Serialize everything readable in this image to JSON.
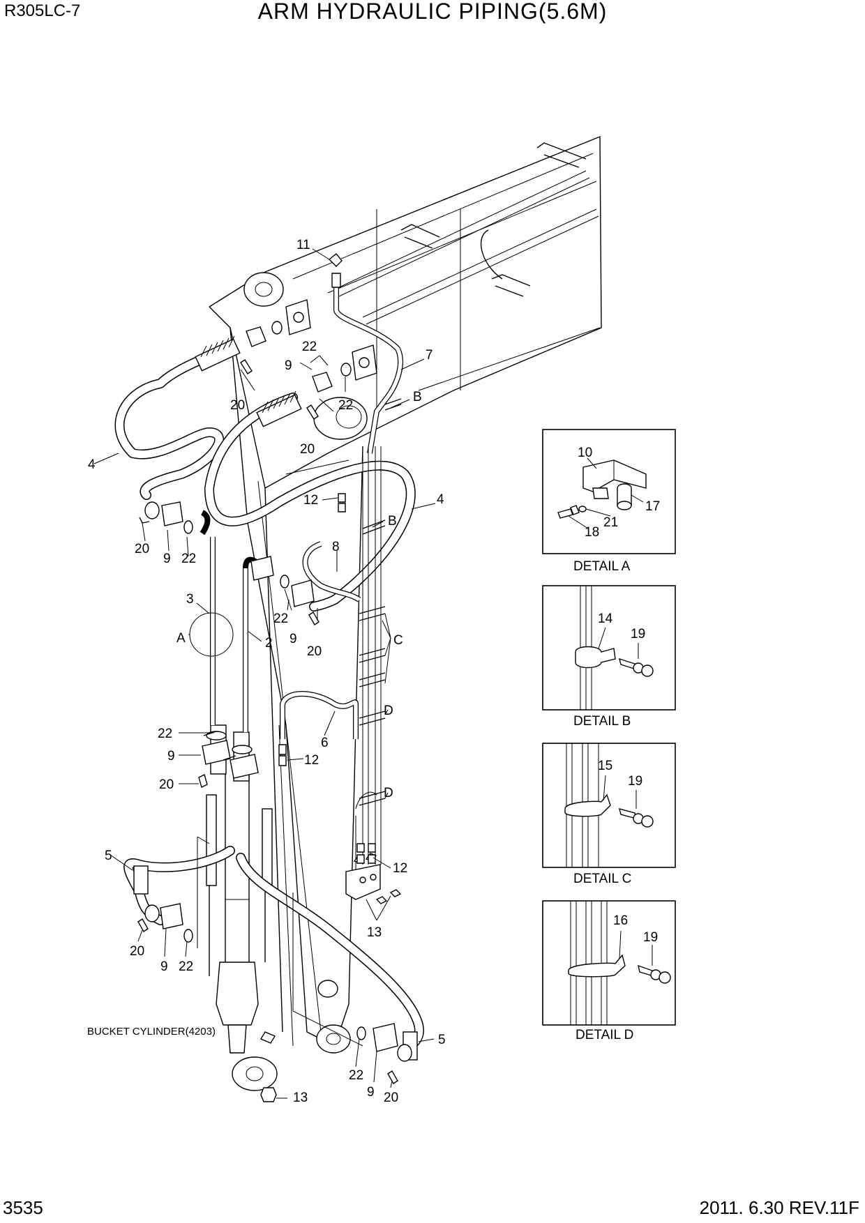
{
  "header": {
    "model": "R305LC-7",
    "title": "ARM HYDRAULIC PIPING(5.6M)"
  },
  "footer": {
    "page": "3535",
    "revision": "2011. 6.30  REV.11F"
  },
  "note": "BUCKET CYLINDER(4203)",
  "details": {
    "a": {
      "caption": "DETAIL A",
      "callouts": [
        "10",
        "17",
        "21",
        "18"
      ]
    },
    "b": {
      "caption": "DETAIL B",
      "callouts": [
        "14",
        "19"
      ]
    },
    "c": {
      "caption": "DETAIL C",
      "callouts": [
        "15",
        "19"
      ]
    },
    "d": {
      "caption": "DETAIL D",
      "callouts": [
        "16",
        "19"
      ]
    }
  },
  "callouts": {
    "c11": "11",
    "c22a": "22",
    "c9a": "9",
    "c20a": "20",
    "c22b": "22",
    "c20b": "20",
    "c7": "7",
    "cB1": "B",
    "c4a": "4",
    "c12a": "12",
    "cB2": "B",
    "c4b": "4",
    "c20c": "20",
    "c9b": "9",
    "c22c": "22",
    "c8": "8",
    "c3": "3",
    "cA": "A",
    "c2": "2",
    "c22d": "22",
    "c9c": "9",
    "c20d": "20",
    "cC": "C",
    "cD1": "D",
    "c6": "6",
    "c22e": "22",
    "c9d": "9",
    "c20e": "20",
    "c12b": "12",
    "cD2": "D",
    "c5a": "5",
    "c12c": "12",
    "c13a": "13",
    "c20f": "20",
    "c9e": "9",
    "c22f": "22",
    "c5b": "5",
    "c22g": "22",
    "c9f": "9",
    "c20g": "20",
    "c13b": "13"
  }
}
